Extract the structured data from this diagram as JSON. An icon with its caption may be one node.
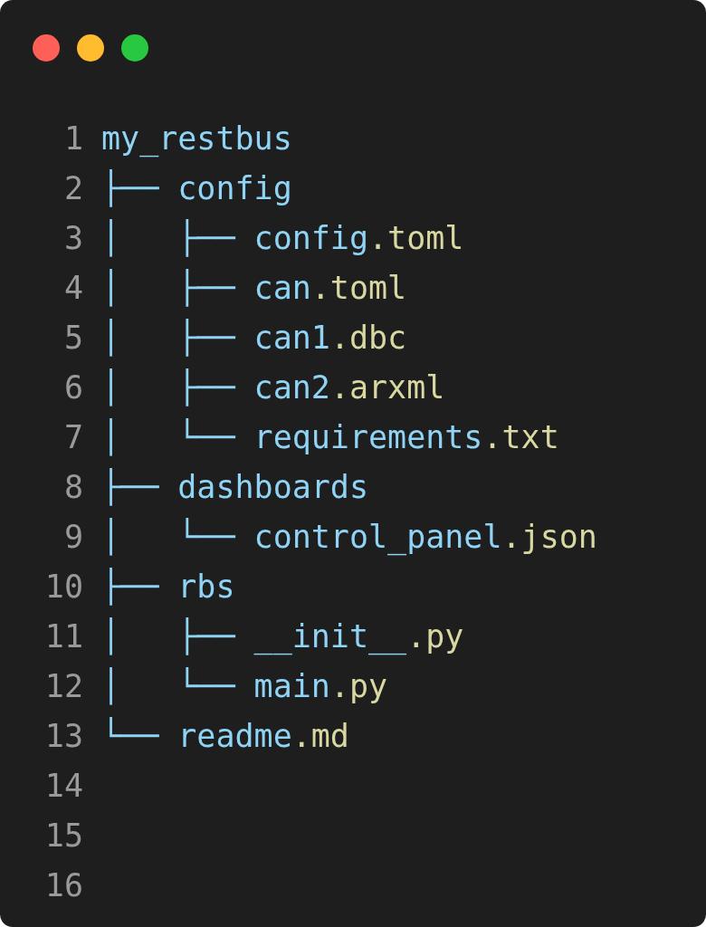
{
  "diagram": {
    "labels": [
      "1",
      "my_restbus",
      "2",
      "├── config",
      "3",
      "│   ├── config.toml",
      "4",
      "│   ├── can.toml",
      "5",
      "│   ├── can1.dbc",
      "6",
      "│   ├── can2.arxml",
      "7",
      "│   └── requirements.txt",
      "8",
      "├── dashboards",
      "9",
      "│   └── control_panel.json",
      "10",
      "├── rbs",
      "11",
      "│   ├── __init__.py",
      "12",
      "│   └── main.py",
      "13",
      "└── readme.md",
      "14",
      "15",
      "16"
    ]
  }
}
